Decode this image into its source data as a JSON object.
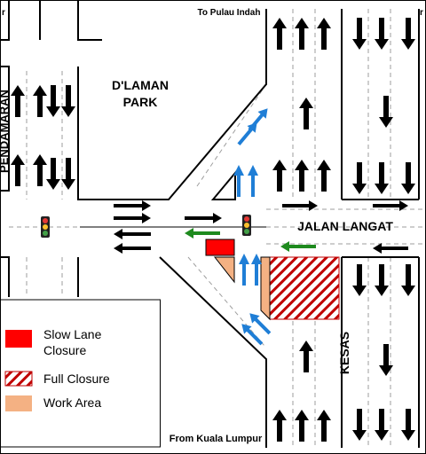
{
  "labels": {
    "to_north": "To Pulau Indah",
    "from_south": "From Kuala Lumpur",
    "park": [
      "D'LAMAN",
      "PARK"
    ],
    "west_road": "PENDAMARAN",
    "east_road": "JALAN LANGAT",
    "south_road": "KESAS",
    "corner_tl": "r",
    "corner_tr": "r"
  },
  "legend": {
    "items": [
      {
        "label": [
          "Slow Lane",
          "Closure"
        ],
        "swatch": "solid",
        "color": "#ff0000"
      },
      {
        "label": [
          "Full Closure"
        ],
        "swatch": "hatch",
        "color": "#c00000"
      },
      {
        "label": [
          "Work Area"
        ],
        "swatch": "solid",
        "color": "#f4b183"
      }
    ]
  },
  "colors": {
    "road_edge": "#000000",
    "lane_marking": "#9e9e9e",
    "traffic_arrow": "#000000",
    "diverted_arrow": "#1f7ed6",
    "contra_flow_arrow": "#1e8a1e",
    "slow_lane_closure": "#ff0000",
    "full_closure_hatch": "#c00000",
    "work_area": "#f4b183"
  }
}
